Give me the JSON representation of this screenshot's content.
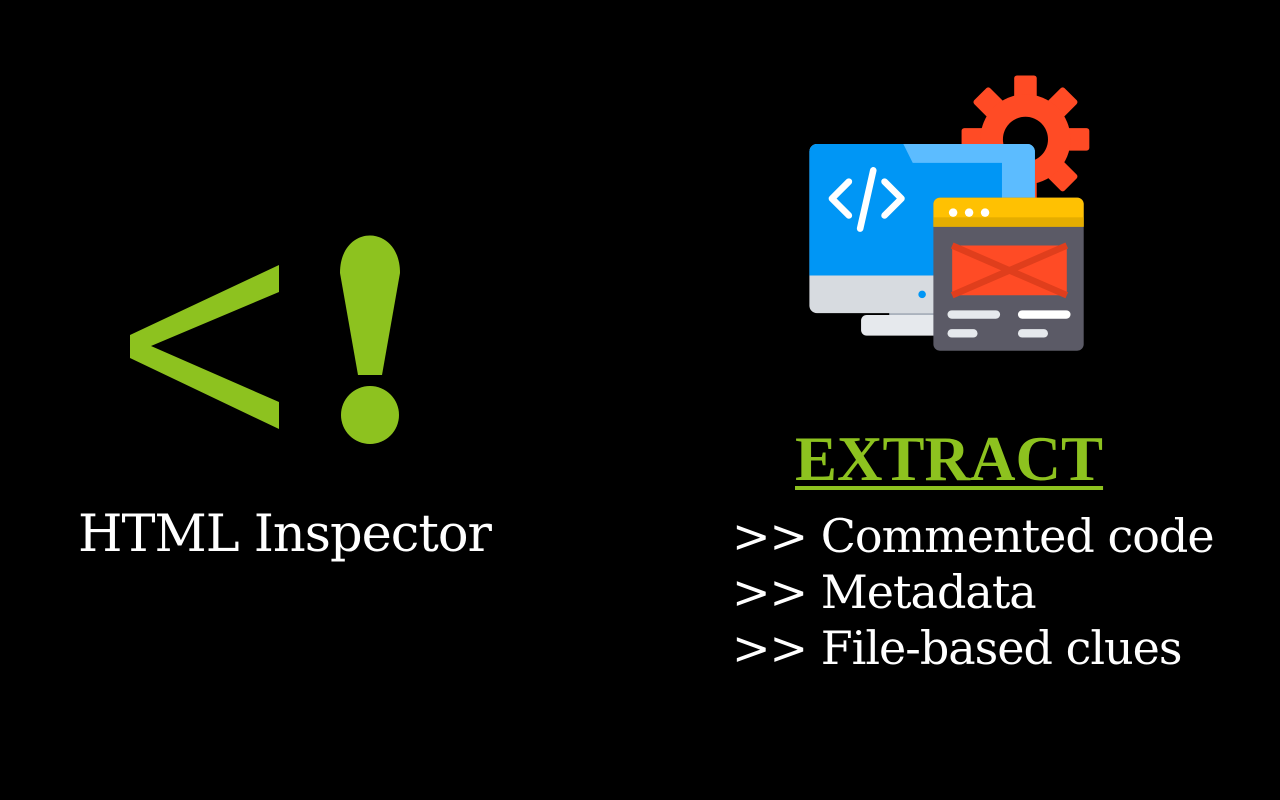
{
  "left_panel": {
    "logo_glyphs": "<!",
    "logo_color": "#8dc21f",
    "title": "HTML Inspector"
  },
  "right_panel": {
    "illustration": "code-monitor-with-gear-and-browser-window-icon",
    "heading": "EXTRACT",
    "heading_color": "#8dc21f",
    "items": [
      {
        "label": ">> Commented code"
      },
      {
        "label": ">> Metadata"
      },
      {
        "label": ">> File-based clues"
      }
    ]
  }
}
